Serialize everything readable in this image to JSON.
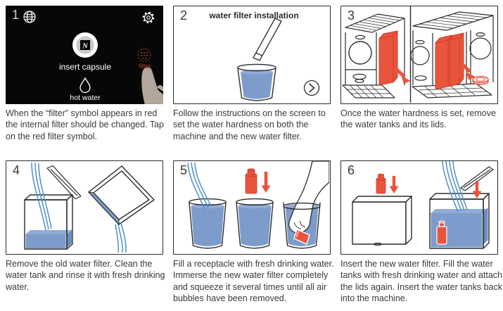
{
  "document": {
    "type": "water filter installation instructions",
    "colors": {
      "accent_red": "#E9543C",
      "water_blue": "#7D9CCB",
      "stream_blue": "#4D8FCB",
      "screen_black": "#070707",
      "caption_text": "#3D3935"
    },
    "panels": [
      {
        "number": "1",
        "screen": {
          "capsule_label": "insert capsule",
          "hot_water_label": "hot water",
          "filter_label": "filter"
        },
        "caption": "When the “filter” symbol appears in red the internal filter should be changed. Tap on the red filter symbol."
      },
      {
        "number": "2",
        "title": "water filter installation",
        "caption": "Follow the instructions on the screen to set the water hardness on both the machine and the new water filter."
      },
      {
        "number": "3",
        "caption": "Once the water hardness is set, remove the water tanks and its lids."
      },
      {
        "number": "4",
        "caption": "Remove the old water filter. Clean the water tank and rinse it with fresh drinking water."
      },
      {
        "number": "5",
        "caption": "Fill a receptacle with fresh drinking water. Immerse the new water filter completely and squeeze it several times until all air bubbles have been removed."
      },
      {
        "number": "6",
        "caption": "Insert the new water filter. Fill the water tanks with fresh drinking water and attach the lids again. Insert the water tanks back into the machine."
      }
    ]
  }
}
